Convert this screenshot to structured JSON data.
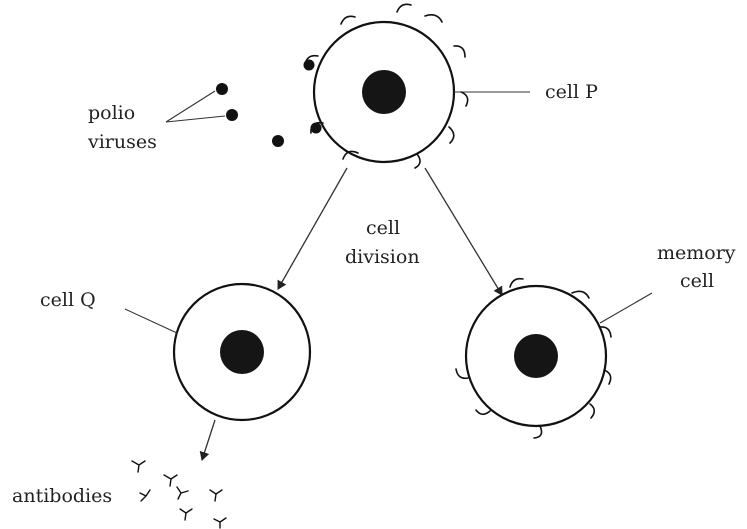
{
  "labels": {
    "polio_line1": "polio",
    "polio_line2": "viruses",
    "cell_p": "cell P",
    "cell_division_line1": "cell",
    "cell_division_line2": "division",
    "memory_line1": "memory",
    "memory_line2": "cell",
    "cell_q": "cell Q",
    "antibodies": "antibodies"
  }
}
